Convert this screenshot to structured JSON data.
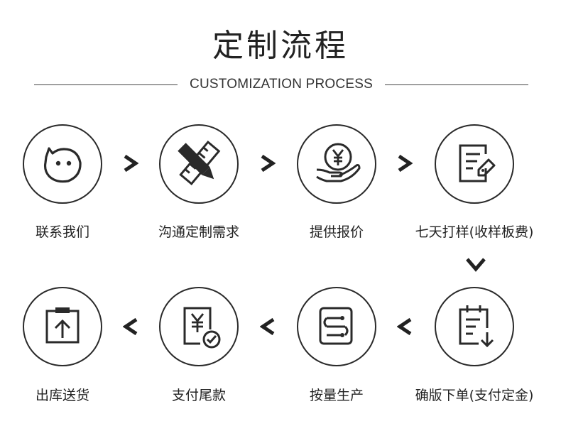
{
  "header": {
    "title": "定制流程",
    "subtitle": "CUSTOMIZATION PROCESS"
  },
  "steps": [
    {
      "label": "联系我们",
      "icon": "chat-bubble-face-icon"
    },
    {
      "label": "沟通定制需求",
      "icon": "pencil-ruler-icon"
    },
    {
      "label": "提供报价",
      "icon": "yuan-coin-hand-icon"
    },
    {
      "label": "七天打样(收样板费)",
      "icon": "document-tag-icon"
    },
    {
      "label": "确版下单(支付定金)",
      "icon": "clipboard-download-icon"
    },
    {
      "label": "按量生产",
      "icon": "production-flow-icon"
    },
    {
      "label": "支付尾款",
      "icon": "yuan-receipt-check-icon"
    },
    {
      "label": "出库送货",
      "icon": "box-upload-icon"
    }
  ],
  "colors": {
    "stroke": "#2a2a2a",
    "text": "#222222",
    "background": "#ffffff"
  }
}
